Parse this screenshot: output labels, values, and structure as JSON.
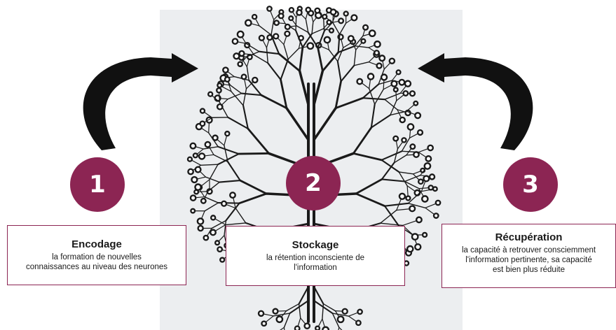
{
  "steps": [
    {
      "number": "1",
      "title": "Encodage",
      "desc_lines": [
        "la formation de nouvelles",
        "connaissances au niveau des neurones"
      ]
    },
    {
      "number": "2",
      "title": "Stockage",
      "desc_lines": [
        "la rétention inconsciente de",
        "l'information"
      ]
    },
    {
      "number": "3",
      "title": "Récupération",
      "desc_lines": [
        "la capacité à retrouver consciemment",
        "l'information pertinente, sa capacité",
        "est bien plus réduite"
      ]
    }
  ],
  "colors": {
    "accent": "#8c2553",
    "tree": "#1a1a1a",
    "panel": "#eceef0"
  }
}
